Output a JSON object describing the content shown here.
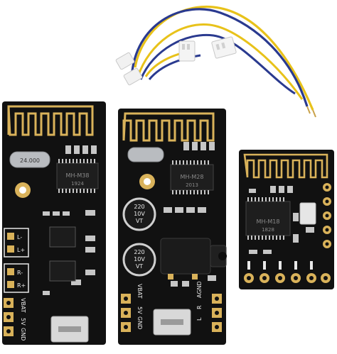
{
  "boards": [
    {
      "crystal": "24.000",
      "chip": "MH-M38",
      "chip_code": "1924",
      "pin_labels": [
        "L-",
        "L+",
        "R-",
        "R+"
      ],
      "bottom_labels": [
        "VBAT",
        "5V",
        "GND"
      ]
    },
    {
      "chip": "MH-M28",
      "chip_code": "2013",
      "cap_top": [
        "220",
        "10V",
        "VT"
      ],
      "cap_bottom": [
        "220",
        "10V",
        "VT"
      ],
      "bottom_labels": [
        "VBAT",
        "5V",
        "GND"
      ],
      "bottom_labels_right": [
        "L",
        "R",
        "AGND"
      ]
    },
    {
      "chip": "MH-M18",
      "chip_code": "1828"
    }
  ],
  "colors": {
    "pcb": "#111111",
    "gold": "#d9b25a",
    "silk": "#e8e8e8",
    "wire_yellow": "#e8c21a",
    "wire_blue": "#2a3a8f"
  }
}
